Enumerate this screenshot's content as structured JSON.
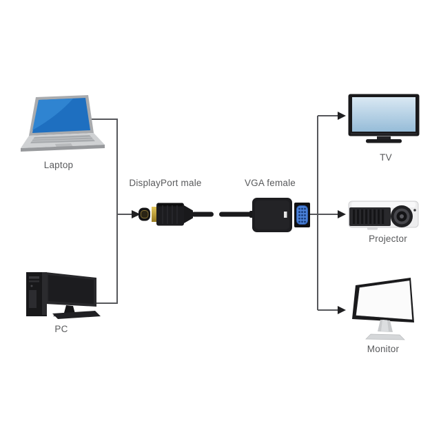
{
  "diagram": {
    "background": "#ffffff",
    "line_color": "#55565a",
    "arrow_color": "#202022",
    "label_color": "#58595b",
    "sources": [
      {
        "id": "laptop",
        "label": "Laptop"
      },
      {
        "id": "pc",
        "label": "PC"
      }
    ],
    "adapter": {
      "connector_label": "DisplayPort male",
      "port_label": "VGA female",
      "connector_color": "#1c1c1f",
      "gold_color": "#c7a433",
      "vga_port_color": "#4a80d6"
    },
    "targets": [
      {
        "id": "tv",
        "label": "TV"
      },
      {
        "id": "projector",
        "label": "Projector"
      },
      {
        "id": "monitor",
        "label": "Monitor"
      }
    ],
    "device_colors": {
      "laptop_screen": "#1e6fc0",
      "laptop_body": "#cfd1d3",
      "pc_black": "#1a1a1d",
      "tv_screen_top": "#d9e8f3",
      "tv_screen_bottom": "#96bcd8",
      "projector_body": "#ededee",
      "monitor_screen": "#fbfbfb"
    }
  }
}
